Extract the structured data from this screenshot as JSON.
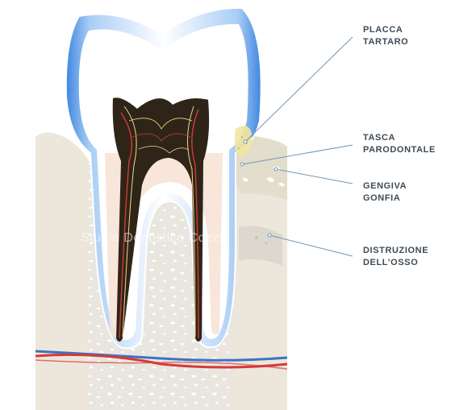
{
  "labels": {
    "placca": [
      "PLACCA",
      "TARTARO"
    ],
    "tasca": [
      "TASCA",
      "PARODONTALE"
    ],
    "gengiva": [
      "GENGIVA",
      "GONFIA"
    ],
    "distruzione": [
      "DISTRUZIONE",
      "DELL’OSSO"
    ]
  },
  "watermark": "Studio Dentistico Cozzi",
  "colors": {
    "enamel_plaque": "#4a90e2",
    "bone": "#e9e5dc",
    "gum": "#e3ddcc",
    "pulp": "#2f2418",
    "artery": "#d43a3a",
    "vein": "#3b73c4",
    "leader_line": "#6f95b8",
    "label_text": "#3f4a55"
  }
}
